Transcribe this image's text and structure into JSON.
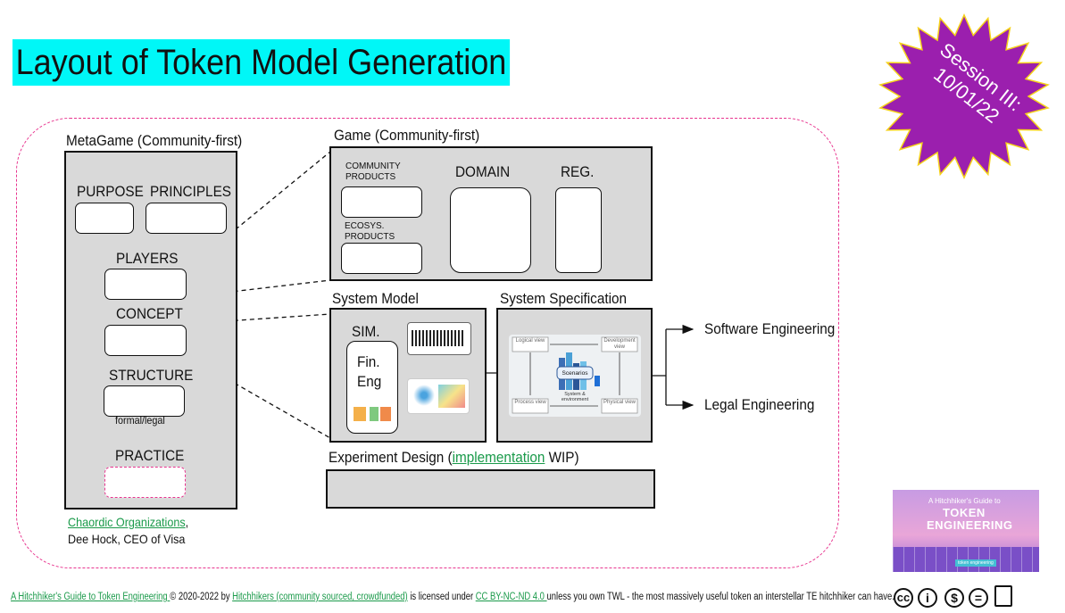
{
  "title": "Layout of Token Model Generation",
  "badge": {
    "line1": "Session III:",
    "line2": "10/01/22",
    "color": "#9b1fae"
  },
  "metagame": {
    "label": "MetaGame (Community-first)",
    "purpose": "PURPOSE",
    "principles": "PRINCIPLES",
    "players": "PLAYERS",
    "concept": "CONCEPT",
    "structure": "STRUCTURE",
    "structure_note": "formal/legal",
    "practice": "PRACTICE",
    "source_link": "Chaordic Organizations",
    "source_sep": ",",
    "source_author": "Dee Hock, CEO of Visa"
  },
  "game": {
    "label": "Game (Community-first)",
    "community_products": "COMMUNITY PRODUCTS",
    "ecosys_products": "ECOSYS. PRODUCTS",
    "domain": "DOMAIN",
    "reg": "REG."
  },
  "system_model": {
    "label": "System Model",
    "sim": "SIM.",
    "fin": "Fin.",
    "eng": "Eng"
  },
  "system_spec": {
    "label": "System Specification",
    "logical": "Logical view",
    "development": "Development view",
    "scenarios": "Scenarios",
    "process": "Process view",
    "physical": "Physical view",
    "system_env": "System & environment"
  },
  "outputs": {
    "software": "Software Engineering",
    "legal": "Legal Engineering"
  },
  "experiment": {
    "prefix": "Experiment Design (",
    "link": "implementation",
    "suffix": " WIP)"
  },
  "thumbnail": {
    "line1": "A Hitchhiker's Guide to",
    "line2": "TOKEN",
    "line3": "ENGINEERING",
    "tag": "token engineering"
  },
  "footer": {
    "link1": "A Hitchhiker's Guide to Token Engineering ",
    "text1": "© 2020-2022 by ",
    "link2": "Hitchhikers (community sourced, crowdfunded)",
    "text2": " is licensed under ",
    "link3": "CC BY-NC-ND 4.0 ",
    "text3": "unless you own TWL - the most massively useful token an interstellar TE hitchhiker can have."
  },
  "license_icons": [
    "cc-icon",
    "by-icon",
    "nc-icon",
    "nd-icon",
    "book-icon"
  ]
}
